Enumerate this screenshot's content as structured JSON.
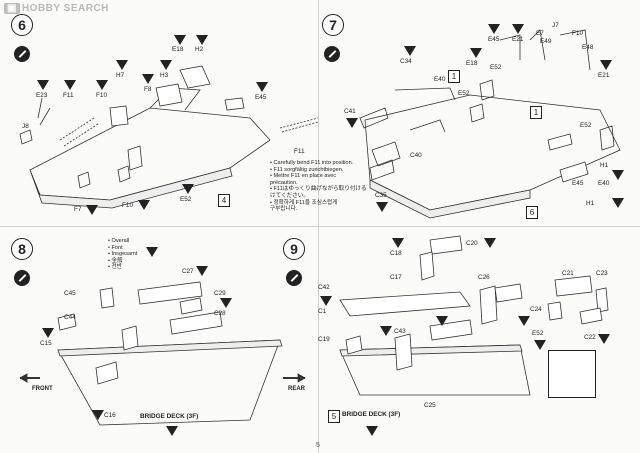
{
  "watermark": "HOBBY SEARCH",
  "page_number": "5",
  "steps": [
    {
      "number": "6",
      "labels": [
        "E23",
        "F11",
        "F10",
        "F8",
        "H7",
        "H3",
        "E18",
        "H2",
        "E45",
        "J8",
        "F7",
        "F10",
        "E52",
        "F11"
      ],
      "box_ref": "4",
      "note_lines": [
        "• Carefully bend F11 into position.",
        "• F11 sorgfältig zurichtbiegen.",
        "• Mettre F11 en place avec",
        "  précaution.",
        "• F11はゆっくり曲げながら取り付ける",
        "  けてください。",
        "• 정확하게 F11을 조심스럽게",
        "  구부립니다."
      ]
    },
    {
      "number": "7",
      "labels": [
        "E45",
        "E21",
        "E7",
        "E49",
        "J7",
        "F10",
        "E48",
        "C34",
        "E18",
        "E52",
        "E40",
        "E52",
        "E21",
        "C41",
        "C40",
        "C35",
        "E45",
        "E40",
        "H1",
        "H1",
        "E52"
      ],
      "box_refs": [
        "1",
        "1",
        "6"
      ]
    },
    {
      "number": "8",
      "legend": [
        "• Overall",
        "• Font",
        "• Insgesamt",
        "• 全般",
        "• 전반"
      ],
      "labels": [
        "C45",
        "C44",
        "C15",
        "C16",
        "C27",
        "C29",
        "C28"
      ],
      "deck": "BRIDGE DECK (3F)",
      "direction": "FRONT"
    },
    {
      "number": "9",
      "labels": [
        "C18",
        "C20",
        "C17",
        "C26",
        "C42",
        "C1",
        "C19",
        "C43",
        "C21",
        "C23",
        "C24",
        "C22",
        "E52",
        "C25"
      ],
      "deck": "BRIDGE DECK (3F)",
      "deck_box": "5",
      "direction": "REAR"
    }
  ]
}
